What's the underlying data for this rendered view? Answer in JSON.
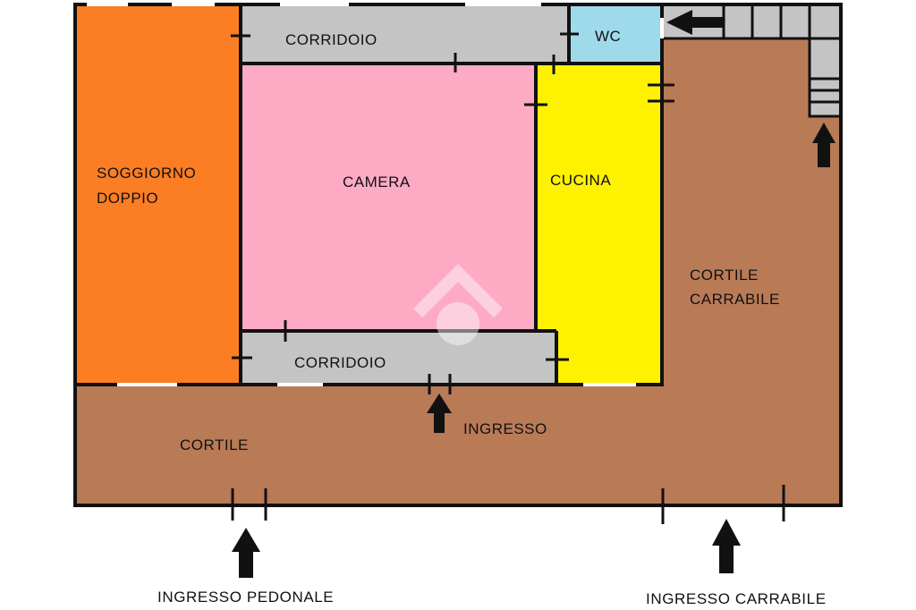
{
  "rooms": {
    "soggiorno_line1": "SOGGIORNO",
    "soggiorno_line2": "DOPPIO",
    "camera": "CAMERA",
    "cucina": "CUCINA",
    "wc": "WC",
    "corridoio_top": "CORRIDOIO",
    "corridoio_bottom": "CORRIDOIO",
    "cortile": "CORTILE",
    "cortile_carrabile_line1": "CORTILE",
    "cortile_carrabile_line2": "CARRABILE"
  },
  "entrances": {
    "ingresso": "INGRESSO",
    "ingresso_pedonale": "INGRESSO PEDONALE",
    "ingresso_carrabile": "INGRESSO CARRABILE"
  },
  "colors": {
    "soggiorno": "#fb7d24",
    "camera": "#fdaac5",
    "cucina": "#fef200",
    "wc": "#9fdaeb",
    "corridoio": "#c4c4c4",
    "cortile": "#b97a56",
    "wall": "#111111"
  }
}
